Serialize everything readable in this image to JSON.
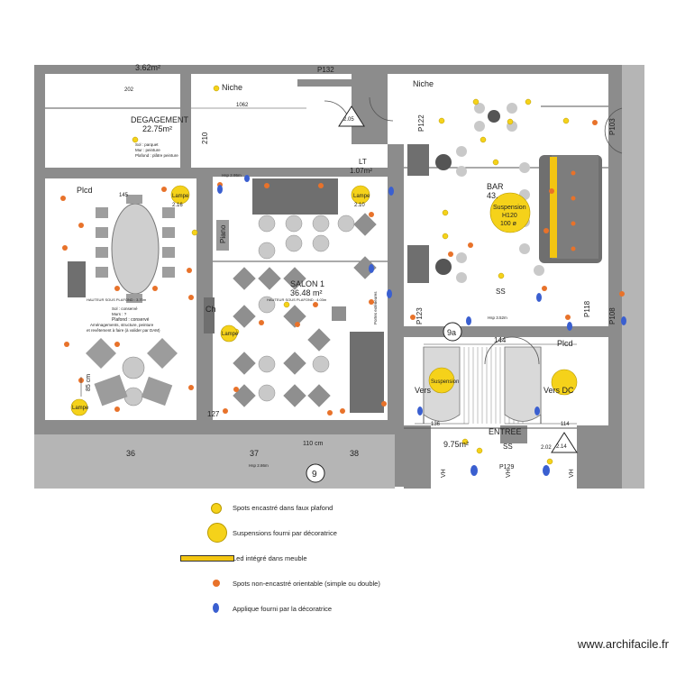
{
  "rooms": {
    "top_small_area": "3.62m²",
    "degagement_name": "DEGAGEMENT",
    "degagement_area": "22.75m²",
    "degagement_sol": "Sol : parquet",
    "degagement_mur": "Mur : peinture",
    "degagement_plafond": "Plafond : plâtre peinture",
    "salon_name": "SALON 1",
    "salon_area": "36.48 m²",
    "salon_hauteur": "HAUTEUR SOUS PLAFOND : 4.03m",
    "bar_name": "BAR",
    "bar_area": "43.",
    "lt_name": "LT",
    "lt_area": "1.07m²",
    "entree_name": "ENTREE",
    "entree_area": "9.75m²",
    "left_sol": "Sol : conservé",
    "left_mur": "Murs : ?",
    "left_plafond": "Plafond : conservé",
    "left_note1": "Aménagements, structure, peinture",
    "left_note2": "et revêtement à faire (à valider par DAM)",
    "left_hauteur": "HAUTEUR SOUS PLAFOND : 3.70m"
  },
  "labels": {
    "niche1": "Niche",
    "niche2": "Niche",
    "placard1": "Plcd",
    "placard2": "Plcd",
    "piano": "Piano",
    "ch": "Ch",
    "lampe1": "Lampe",
    "lampe2": "Lampe",
    "lampe3": "Lampe",
    "lampe4": "Lampe",
    "suspension_lbl": "Suspension",
    "suspension_h": "H120",
    "suspension_d": "100 ø",
    "suspension2": "Suspension",
    "vers1": "Vers",
    "vers2": "Vers DC",
    "ss1": "SS",
    "ss2": "SS",
    "vh1": "VH",
    "vh2": "VH",
    "vh3": "VH",
    "dim_1062": "1062",
    "dim_210": "210",
    "dim_202": "202",
    "dim_144": "144",
    "dim_136": "136",
    "dim_114": "114",
    "dim_110": "110 cm",
    "dim_85": "85 cm",
    "dim_127": "127",
    "dim_145": "145",
    "tag_p132": "P132",
    "tag_p122": "P122",
    "tag_p123": "P123",
    "tag_p103": "P103",
    "tag_p118": "P118",
    "tag_p108": "P108",
    "tag_p129": "P129",
    "tag_9": "9",
    "tag_9a": "9a",
    "tag_36": "36",
    "tag_37": "37",
    "tag_38": "38",
    "tag_205": "2.05",
    "tag_214": "2.14",
    "tag_202b": "2.02",
    "tag_216": "2.16",
    "tag_210b": "2.10",
    "portes_text": "Portes extérieures",
    "hsp_1": "Hsp 2.95m",
    "hsp_2": "Hsp 3.52m",
    "hsp_3": "Hsp 2.86m"
  },
  "legend": [
    {
      "label": "Spots encastré dans faux plafond"
    },
    {
      "label": "Suspensions fourni par décoratrice"
    },
    {
      "label": "Led intégré dans meuble"
    },
    {
      "label": "Spots non-encastré orientable (simple ou double)"
    },
    {
      "label": "Applique fourni par la décoratrice"
    }
  ],
  "colors": {
    "wall": "#8c8c8c",
    "spot_yellow": "#f5d21a",
    "spot_orange": "#e8722a",
    "applique_blue": "#3a5fd0",
    "led": "#f3c511"
  },
  "watermark": "www.archifacile.fr"
}
